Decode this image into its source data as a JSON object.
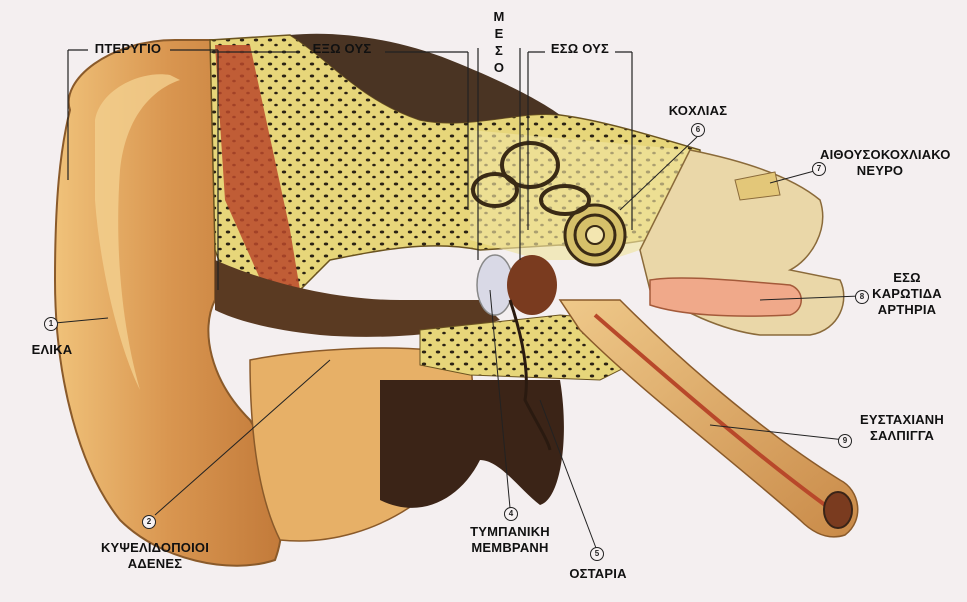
{
  "labels": {
    "pterygio": "ΠΤΕΡΥΓΙΟ",
    "exo_ous": "ΕΞΩ ΟΥΣ",
    "meso": [
      "Μ",
      "Ε",
      "Σ",
      "Ο"
    ],
    "eso_ous": "ΕΣΩ ΟΥΣ",
    "koxlias": "ΚΟΧΛΙΑΣ",
    "nerve_line1": "ΑΙΘΟΥΣΟΚΟΧΛΙΑΚΟ",
    "nerve_line2": "ΝΕΥΡΟ",
    "artery_line1": "ΕΣΩ",
    "artery_line2": "ΚΑΡΩΤΙΔΑ",
    "artery_line3": "ΑΡΤΗΡΙΑ",
    "eustachian_line1": "ΕΥΣΤΑΧΙΑΝΗ",
    "eustachian_line2": "ΣΑΛΠΙΓΓΑ",
    "elika": "ΕΛΙΚΑ",
    "glands_line1": "ΚΥΨΕΛΙΔΟΠΟΙΟΙ",
    "glands_line2": "ΑΔΕΝΕΣ",
    "tympanic_line1": "ΤΥΜΠΑΝΙΚΗ",
    "tympanic_line2": "ΜΕΜΒΡΑΝΗ",
    "ostaria": "ΟΣΤΑΡΙΑ"
  },
  "badges": {
    "elika": "1",
    "glands": "2",
    "tympanic": "4",
    "ostaria": "5",
    "koxlias": "6",
    "nerve": "7",
    "artery": "8",
    "eustachian": "9"
  },
  "colors": {
    "background": "#f4eff0",
    "bone_yellow": "#e8d77a",
    "skin": "#e2a45a",
    "dark_canal": "#5a3a22",
    "muscle_red": "#b8482a"
  }
}
